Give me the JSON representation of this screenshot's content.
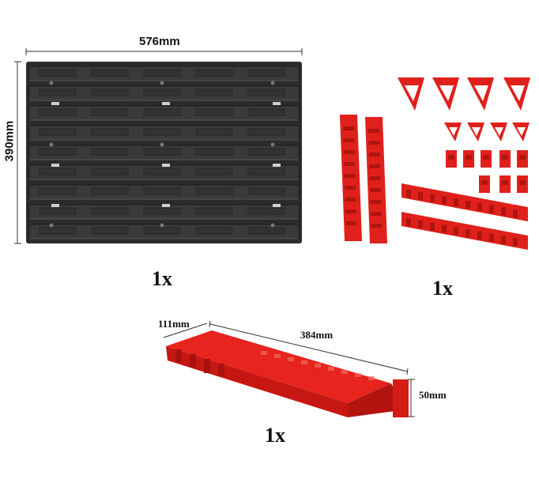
{
  "panel": {
    "width_label": "576mm",
    "height_label": "390mm",
    "quantity": "1x",
    "color": "#2f2f2f"
  },
  "accessories": {
    "quantity": "1x",
    "color": "#e0201b"
  },
  "shelf": {
    "depth_label": "111mm",
    "length_label": "384mm",
    "height_label": "50mm",
    "quantity": "1x",
    "color": "#e0201b"
  }
}
